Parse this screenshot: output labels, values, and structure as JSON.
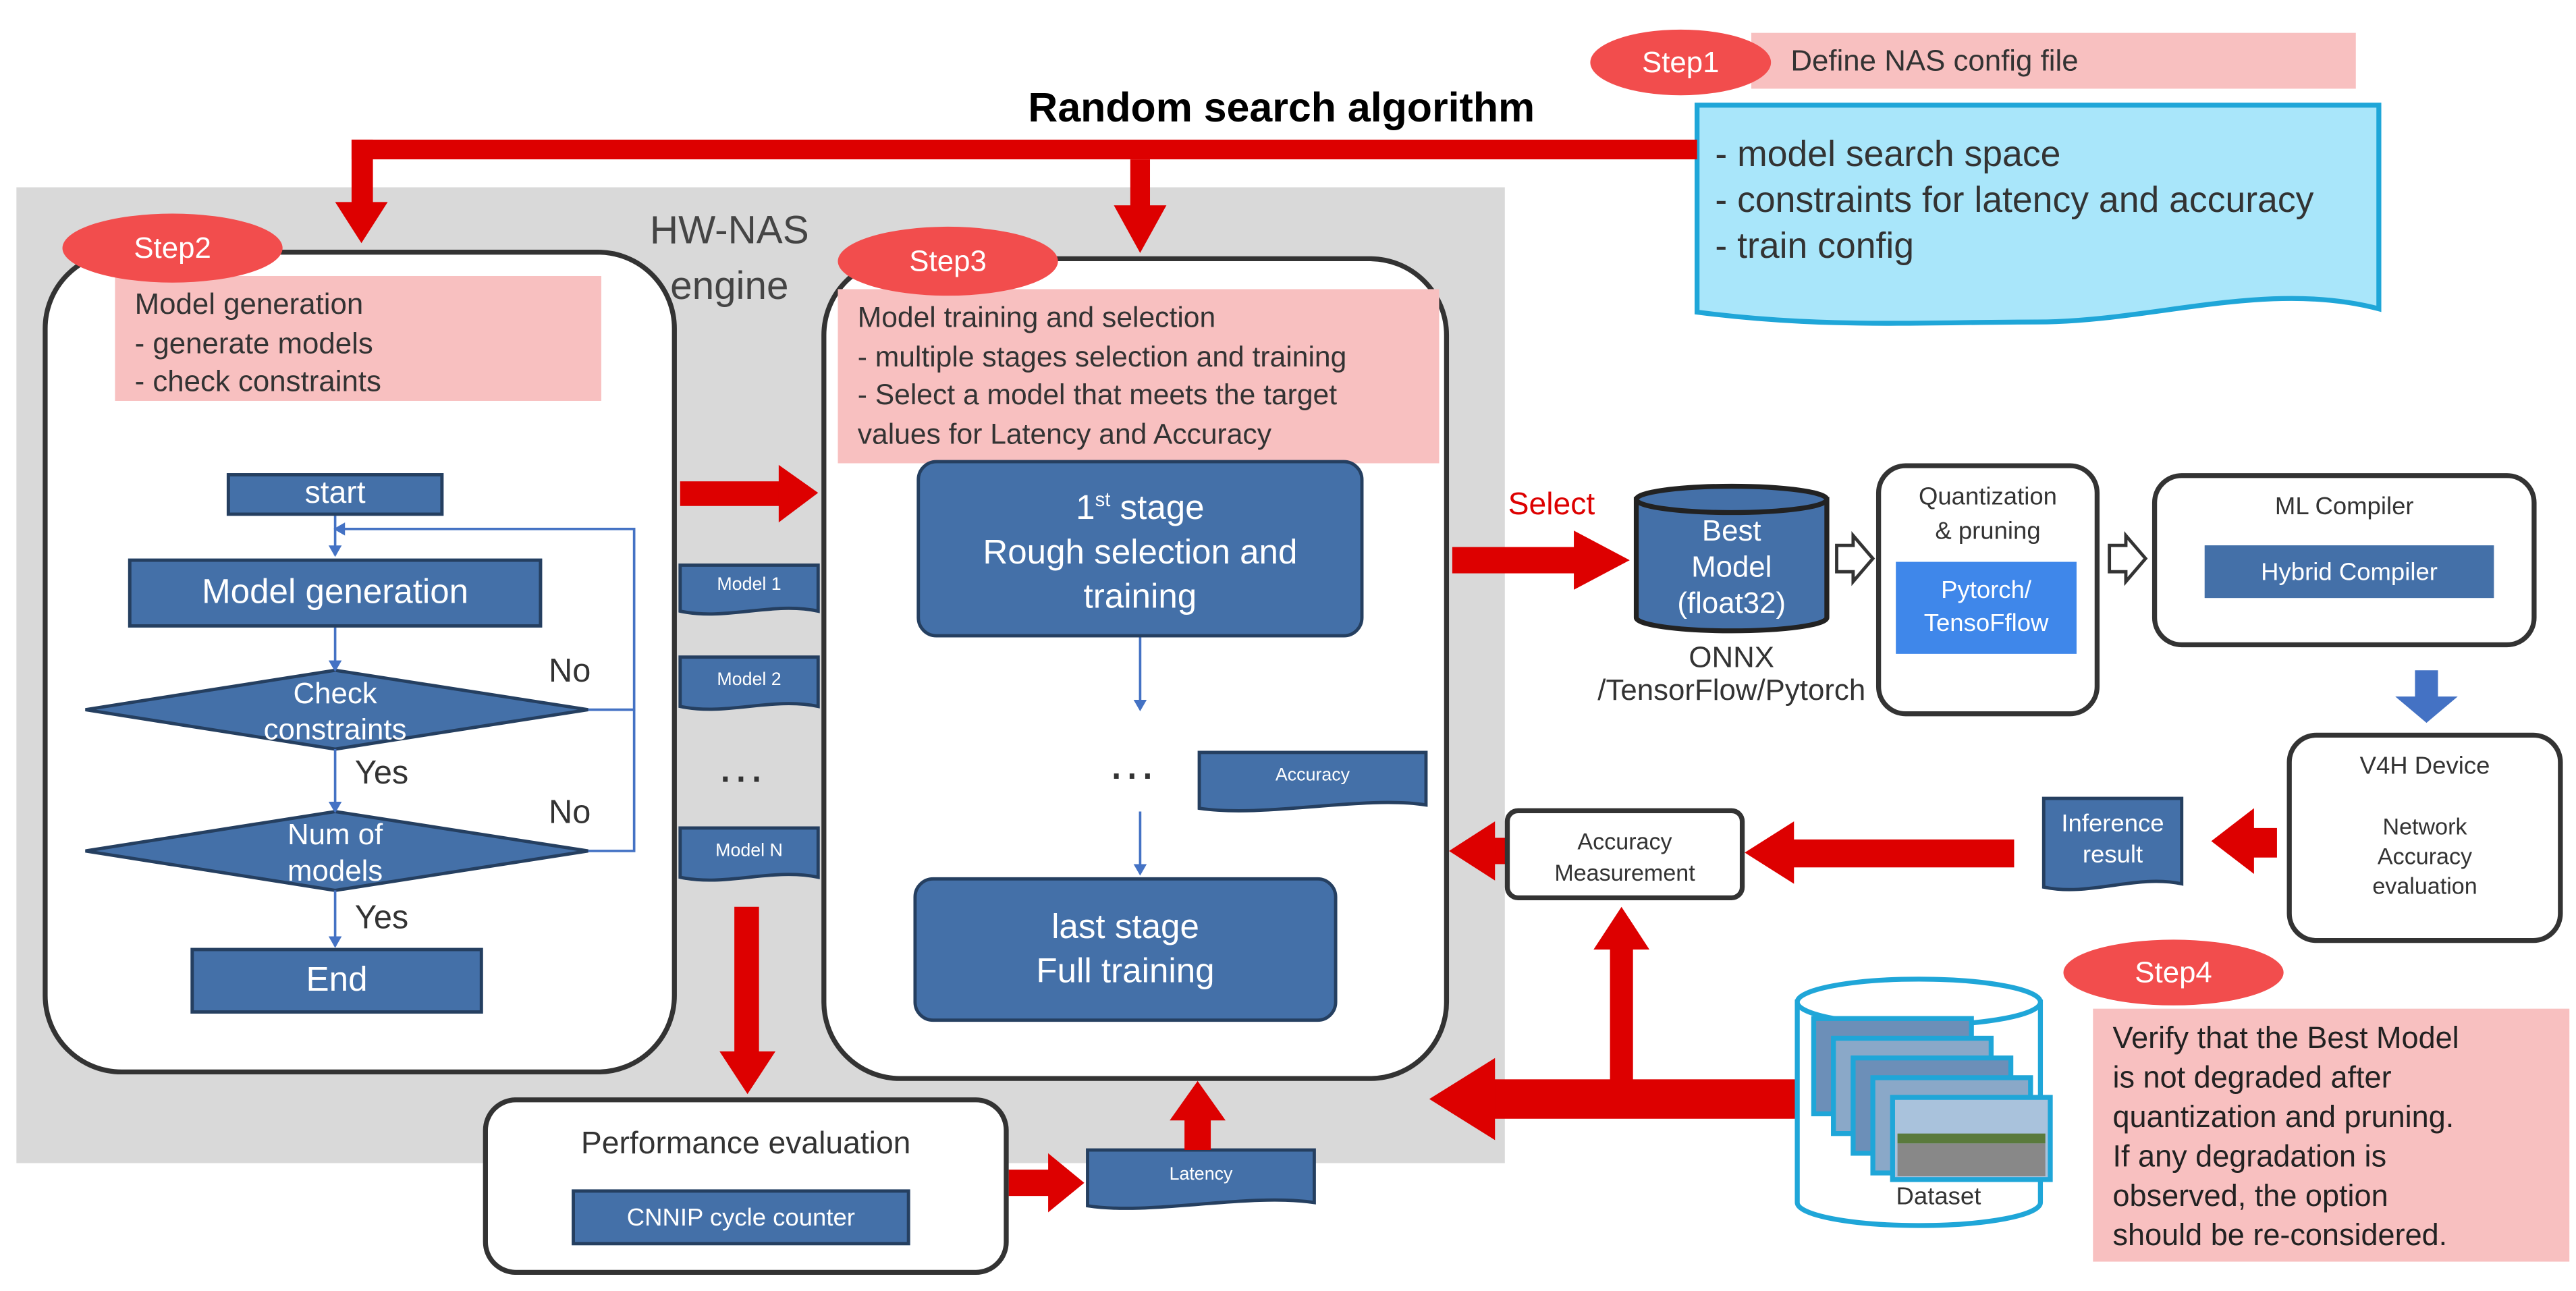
{
  "title": "Random search algorithm",
  "steps": {
    "step1": {
      "label": "Step1",
      "text": "Define NAS config file"
    },
    "step2": {
      "label": "Step2"
    },
    "step3": {
      "label": "Step3"
    },
    "step4": {
      "label": "Step4"
    }
  },
  "config_file": {
    "lines": [
      "- model search space",
      "- constraints for latency and accuracy",
      "- train config"
    ]
  },
  "engine": {
    "title_line1": "HW-NAS",
    "title_line2": "engine"
  },
  "model_generation": {
    "header": [
      "Model generation",
      "- generate models",
      "- check constraints"
    ],
    "flow": {
      "start": "start",
      "generate": "Model generation",
      "check_line1": "Check",
      "check_line2": "constraints",
      "num_line1": "Num of",
      "num_line2": "models",
      "end": "End",
      "yes": "Yes",
      "no": "No"
    }
  },
  "model_docs": [
    "Model 1",
    "Model 2",
    "Model N"
  ],
  "ellipsis": "…",
  "training": {
    "header": [
      "Model training and selection",
      "- multiple stages  selection and training",
      "- Select a model that meets the target",
      "values for Latency and Accuracy"
    ],
    "stage1_num": "1",
    "stage1_sup": "st",
    "stage1_word": " stage",
    "stage1_line2": "Rough selection and",
    "stage1_line3": "training",
    "accuracy_doc": "Accuracy",
    "last_line1": "last stage",
    "last_line2": "Full training"
  },
  "performance": {
    "title": "Performance evaluation",
    "counter": "CNNIP cycle counter",
    "latency_doc": "Latency"
  },
  "select_label": "Select",
  "best_model": {
    "lines": [
      "Best",
      "Model",
      "(float32)"
    ],
    "formats_line1": "ONNX",
    "formats_line2": "/TensorFlow/Pytorch"
  },
  "quantization": {
    "line1": "Quantization",
    "line2": "& pruning",
    "tool_line1": "Pytorch/",
    "tool_line2": "TensoFflow"
  },
  "ml_compiler": {
    "title": "ML Compiler",
    "tool": "Hybrid Compiler"
  },
  "device": {
    "title": "V4H Device",
    "lines": [
      "Network",
      "Accuracy",
      "evaluation"
    ]
  },
  "inference": {
    "line1": "Inference",
    "line2": "result"
  },
  "accuracy_measurement": {
    "line1": "Accuracy",
    "line2": "Measurement"
  },
  "dataset": {
    "label": "Dataset"
  },
  "verify_note": {
    "lines": [
      "Verify that the Best Model",
      "is not degraded after",
      "quantization and pruning.",
      "If any degradation is",
      "observed, the option",
      "should be re-considered."
    ]
  },
  "colors": {
    "arrow": "#dd0000",
    "box_blue": "#4470a8",
    "pink": "#f8c0c0",
    "step_pill": "#f24d4d",
    "config_cyan": "#a9e6fa"
  }
}
